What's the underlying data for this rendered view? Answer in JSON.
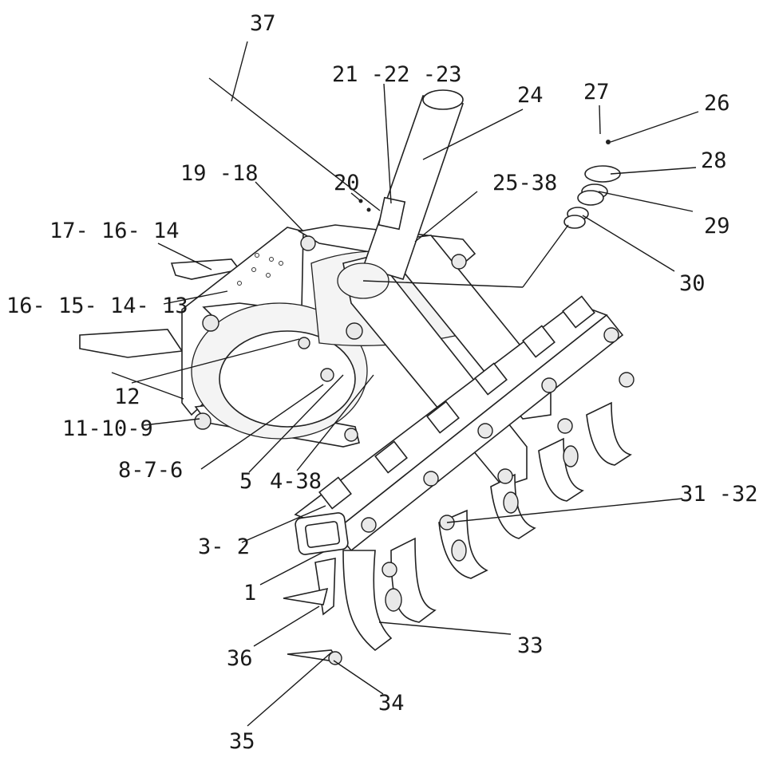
{
  "diagram": {
    "callouts": {
      "c37": "37",
      "c21_22_23": "21 -22 -23",
      "c24": "24",
      "c27": "27",
      "c26": "26",
      "c28": "28",
      "c19_18": "19 -18",
      "c20": "20",
      "c25_38": "25-38",
      "c29": "29",
      "c17_16_14": "17- 16- 14",
      "c30": "30",
      "c16_15_14_13": "16- 15- 14- 13",
      "c12": "12",
      "c11_10_9": "11-10-9",
      "c8_7_6": "8-7-6",
      "c5": "5",
      "c4_38": "4-38",
      "c31_32": "31 -32",
      "c3_2": "3- 2",
      "c1": "1",
      "c33": "33",
      "c36": "36",
      "c34": "34",
      "c35": "35"
    }
  }
}
